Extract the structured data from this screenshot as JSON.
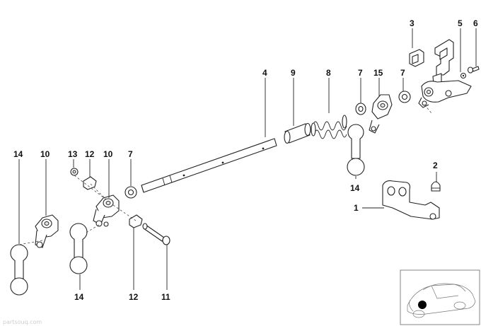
{
  "diagram": {
    "callouts": [
      {
        "id": "c1",
        "text": "1"
      },
      {
        "id": "c2",
        "text": "2"
      },
      {
        "id": "c3",
        "text": "3"
      },
      {
        "id": "c4",
        "text": "4"
      },
      {
        "id": "c5",
        "text": "5"
      },
      {
        "id": "c6",
        "text": "6"
      },
      {
        "id": "c7a",
        "text": "7"
      },
      {
        "id": "c7b",
        "text": "7"
      },
      {
        "id": "c7c",
        "text": "7"
      },
      {
        "id": "c8",
        "text": "8"
      },
      {
        "id": "c9",
        "text": "9"
      },
      {
        "id": "c10a",
        "text": "10"
      },
      {
        "id": "c10b",
        "text": "10"
      },
      {
        "id": "c11",
        "text": "11"
      },
      {
        "id": "c12a",
        "text": "12"
      },
      {
        "id": "c12b",
        "text": "12"
      },
      {
        "id": "c13",
        "text": "13"
      },
      {
        "id": "c14a",
        "text": "14"
      },
      {
        "id": "c14b",
        "text": "14"
      },
      {
        "id": "c14c",
        "text": "14"
      },
      {
        "id": "c15",
        "text": "15"
      }
    ],
    "parts": [
      "mounting-bracket",
      "cap-nut",
      "clip",
      "shift-rod",
      "bracket-plate",
      "screw",
      "washer",
      "spring",
      "sleeve",
      "shift-lever",
      "bolt",
      "nut",
      "bushing",
      "ball-socket-link",
      "lever"
    ],
    "inset": {
      "icon": "car-location-thumbnail",
      "marker_color": "#000000"
    },
    "watermark": "partsouq.com"
  }
}
